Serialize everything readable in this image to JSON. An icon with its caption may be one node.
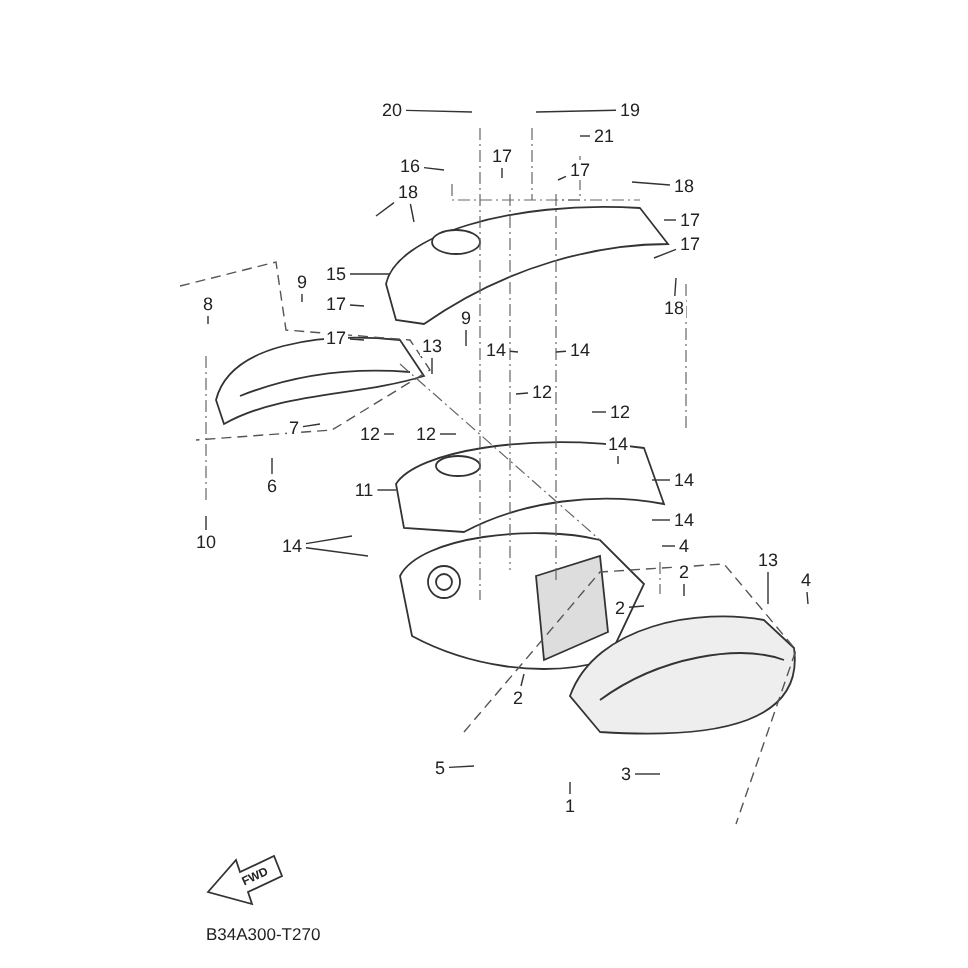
{
  "diagram": {
    "nodes": [
      {
        "text": [
          "20"
        ]
      },
      {
        "text": [
          "19"
        ]
      },
      {
        "text": [
          "21"
        ]
      },
      {
        "text": [
          "16"
        ]
      },
      {
        "text": [
          "17"
        ]
      },
      {
        "text": [
          "17"
        ]
      },
      {
        "text": [
          "18"
        ]
      },
      {
        "text": [
          "18"
        ]
      },
      {
        "text": [
          "17"
        ]
      },
      {
        "text": [
          "17"
        ]
      },
      {
        "text": [
          "15"
        ]
      },
      {
        "text": [
          "9"
        ]
      },
      {
        "text": [
          "18"
        ]
      },
      {
        "text": [
          "8"
        ]
      },
      {
        "text": [
          "17"
        ]
      },
      {
        "text": [
          "17"
        ]
      },
      {
        "text": [
          "9"
        ]
      },
      {
        "text": [
          "13"
        ]
      },
      {
        "text": [
          "14"
        ]
      },
      {
        "text": [
          "14"
        ]
      },
      {
        "text": [
          "12"
        ]
      },
      {
        "text": [
          "12"
        ]
      },
      {
        "text": [
          "7"
        ]
      },
      {
        "text": [
          "12"
        ]
      },
      {
        "text": [
          "12"
        ]
      },
      {
        "text": [
          "14"
        ]
      },
      {
        "text": [
          "6"
        ]
      },
      {
        "text": [
          "11"
        ]
      },
      {
        "text": [
          "14"
        ]
      },
      {
        "text": [
          "14"
        ]
      },
      {
        "text": [
          "10"
        ]
      },
      {
        "text": [
          "14"
        ]
      },
      {
        "text": [
          "4"
        ]
      },
      {
        "text": [
          "13"
        ]
      },
      {
        "text": [
          "2"
        ]
      },
      {
        "text": [
          "4"
        ]
      },
      {
        "text": [
          "2"
        ]
      },
      {
        "text": [
          "2"
        ]
      },
      {
        "text": [
          "5"
        ]
      },
      {
        "text": [
          "3"
        ]
      },
      {
        "text": [
          "1"
        ]
      }
    ],
    "edges": [
      {
        "from": 0,
        "to": null,
        "arrow": "none"
      },
      {
        "from": 1,
        "to": null,
        "arrow": "none"
      },
      {
        "from": 2,
        "to": null,
        "arrow": "none"
      },
      {
        "from": 3,
        "to": null,
        "arrow": "none"
      },
      {
        "from": 4,
        "to": null,
        "arrow": "none"
      },
      {
        "from": 5,
        "to": null,
        "arrow": "none"
      },
      {
        "from": 6,
        "to": null,
        "arrow": "none"
      },
      {
        "from": 6,
        "to": null,
        "arrow": "none"
      },
      {
        "from": 7,
        "to": null,
        "arrow": "none"
      },
      {
        "from": 8,
        "to": null,
        "arrow": "none"
      },
      {
        "from": 9,
        "to": null,
        "arrow": "none"
      },
      {
        "from": 10,
        "to": null,
        "arrow": "none"
      },
      {
        "from": 11,
        "to": null,
        "arrow": "none"
      },
      {
        "from": 12,
        "to": null,
        "arrow": "none"
      },
      {
        "from": 13,
        "to": null,
        "arrow": "none"
      },
      {
        "from": 14,
        "to": null,
        "arrow": "none"
      },
      {
        "from": 15,
        "to": null,
        "arrow": "none"
      },
      {
        "from": 16,
        "to": null,
        "arrow": "none"
      },
      {
        "from": 17,
        "to": null,
        "arrow": "none"
      },
      {
        "from": 18,
        "to": null,
        "arrow": "none"
      },
      {
        "from": 19,
        "to": null,
        "arrow": "none"
      },
      {
        "from": 20,
        "to": null,
        "arrow": "none"
      },
      {
        "from": 21,
        "to": null,
        "arrow": "none"
      },
      {
        "from": 22,
        "to": null,
        "arrow": "none"
      },
      {
        "from": 23,
        "to": null,
        "arrow": "none"
      },
      {
        "from": 24,
        "to": null,
        "arrow": "none"
      },
      {
        "from": 25,
        "to": null,
        "arrow": "none"
      },
      {
        "from": 26,
        "to": null,
        "arrow": "none"
      },
      {
        "from": 27,
        "to": null,
        "arrow": "none"
      },
      {
        "from": 28,
        "to": null,
        "arrow": "none"
      },
      {
        "from": 29,
        "to": null,
        "arrow": "none"
      },
      {
        "from": 30,
        "to": null,
        "arrow": "none"
      },
      {
        "from": 31,
        "to": null,
        "arrow": "none"
      },
      {
        "from": 31,
        "to": null,
        "arrow": "none"
      },
      {
        "from": 32,
        "to": null,
        "arrow": "none"
      },
      {
        "from": 33,
        "to": null,
        "arrow": "none"
      },
      {
        "from": 34,
        "to": null,
        "arrow": "none"
      },
      {
        "from": 35,
        "to": null,
        "arrow": "none"
      },
      {
        "from": 36,
        "to": null,
        "arrow": "none"
      },
      {
        "from": 37,
        "to": null,
        "arrow": "none"
      },
      {
        "from": 38,
        "to": null,
        "arrow": "none"
      },
      {
        "from": 39,
        "to": null,
        "arrow": "none"
      },
      {
        "from": 40,
        "to": null,
        "arrow": "none"
      }
    ],
    "labels": [
      "FWD",
      "B34A300-T270"
    ]
  }
}
